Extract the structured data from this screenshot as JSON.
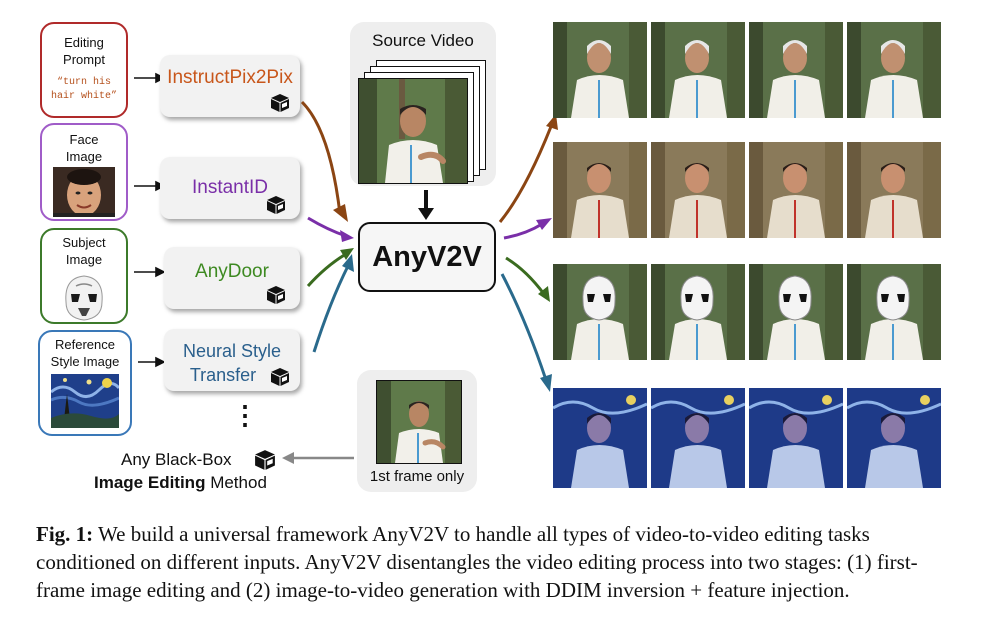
{
  "inputs": {
    "prompt": {
      "title": "Editing Prompt",
      "text": "“turn his hair white”",
      "color": "#b02a2a"
    },
    "face": {
      "title": "Face Image",
      "color": "#a05cc8"
    },
    "subject": {
      "title": "Subject Image",
      "color": "#3c7a2a"
    },
    "style": {
      "title": "Reference Style Image",
      "color": "#3a78b8"
    }
  },
  "tools": {
    "instructpix2pix": {
      "name": "InstructPix2Pix",
      "color": "#c8561a"
    },
    "instantid": {
      "name": "InstantID",
      "color": "#7a2fa8"
    },
    "anydoor": {
      "name": "AnyDoor",
      "color": "#3e8a22"
    },
    "neuralstyle": {
      "name": "Neural Style Transfer",
      "line1": "Neural Style",
      "line2": "Transfer",
      "color": "#2a5f8c"
    },
    "ellipsis": "⋮"
  },
  "blackbox": {
    "line1": "Any Black-Box",
    "line2_bold": "Image Editing",
    "line2_rest": " Method"
  },
  "source": {
    "title": "Source Video"
  },
  "core": {
    "name": "AnyV2V"
  },
  "firstframe": {
    "label": "1st frame only"
  },
  "arrow_colors": {
    "brown": "#8b4513",
    "purple": "#7a2fa8",
    "green": "#3a6b1f",
    "blue": "#2a6a8c"
  },
  "outputs": {
    "rows": [
      "white-hair",
      "face-swap",
      "stormtrooper",
      "starry-night"
    ]
  },
  "caption": {
    "label": "Fig. 1:",
    "text": " We build a universal framework AnyV2V to handle all types of video-to-video editing tasks conditioned on different inputs. AnyV2V disentangles the video editing process into two stages: (1) first-frame image editing and (2) image-to-video generation with DDIM inversion + feature injection."
  }
}
